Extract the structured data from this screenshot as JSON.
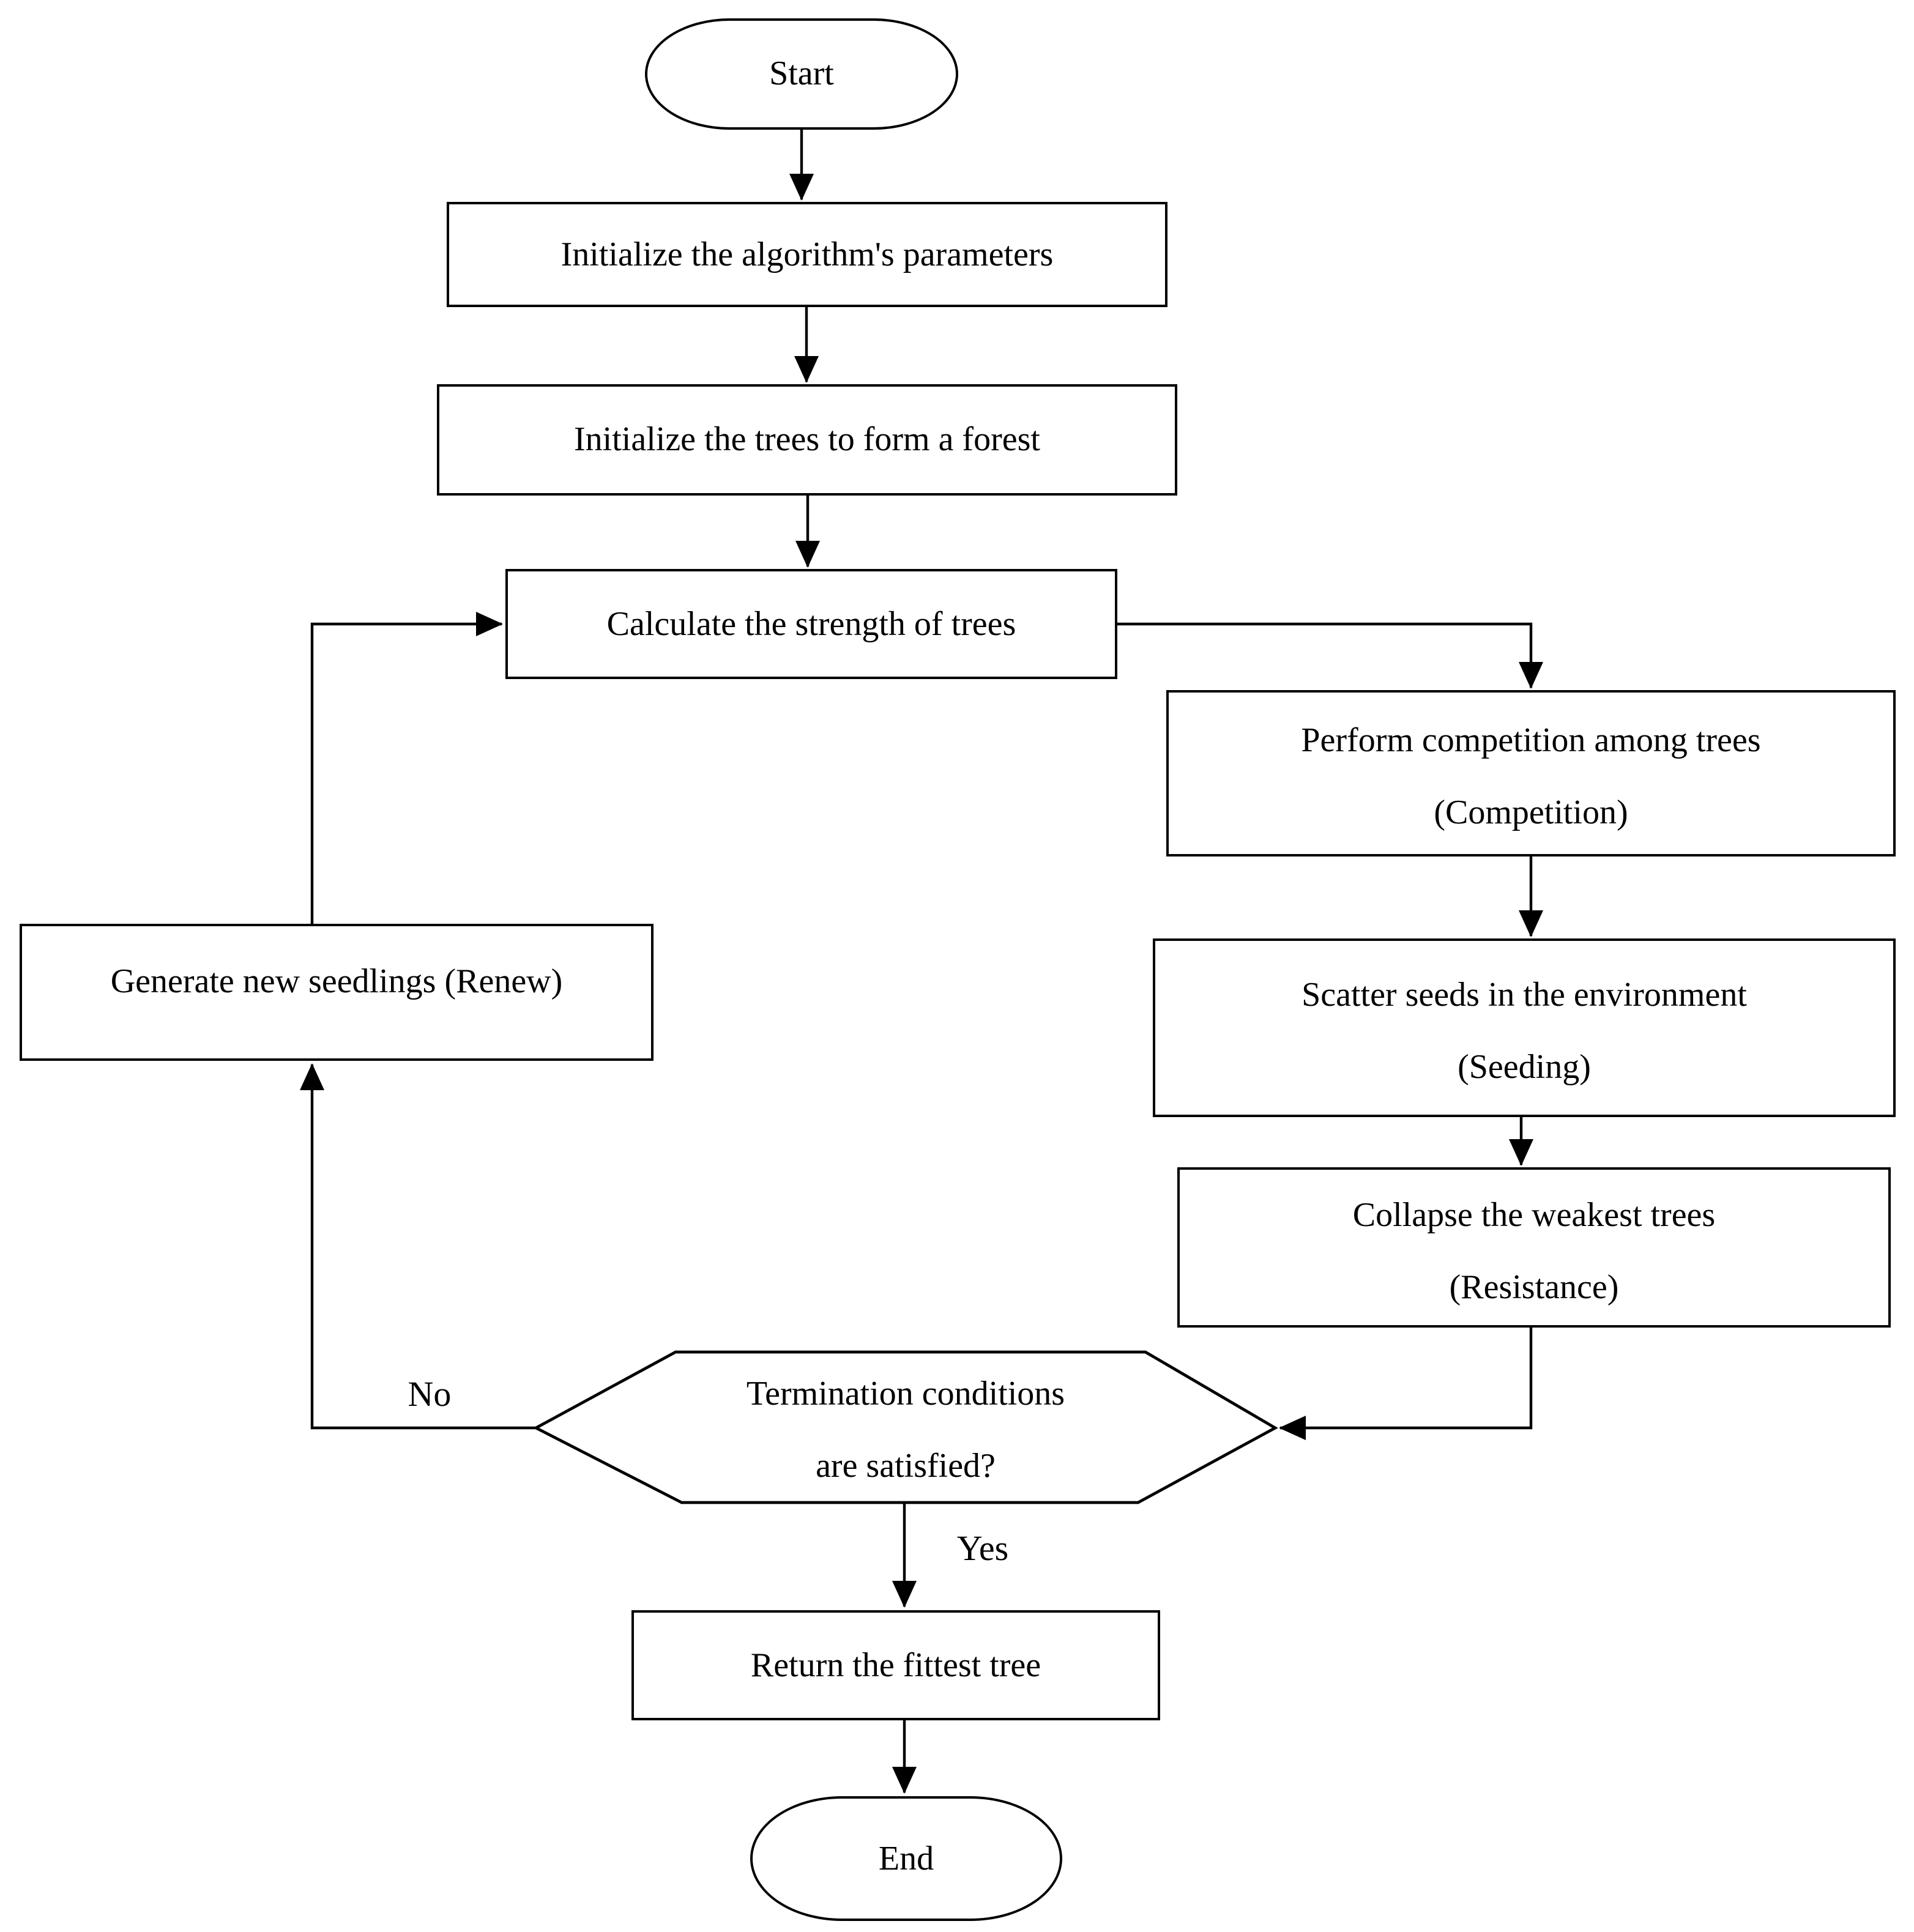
{
  "flowchart": {
    "nodes": {
      "start": "Start",
      "init_params": "Initialize the algorithm's parameters",
      "init_trees": "Initialize the trees to form a forest",
      "calc_strength": "Calculate the strength of trees",
      "competition_line1": "Perform competition among trees",
      "competition_line2": "(Competition)",
      "seeding_line1": "Scatter seeds in the environment",
      "seeding_line2": "(Seeding)",
      "resistance_line1": "Collapse the weakest trees",
      "resistance_line2": "(Resistance)",
      "decision_line1": "Termination conditions",
      "decision_line2": "are satisfied?",
      "renew": "Generate new seedlings (Renew)",
      "return_fittest": "Return the fittest tree",
      "end": "End"
    },
    "edge_labels": {
      "no": "No",
      "yes": "Yes"
    },
    "colors": {
      "line": "#000000",
      "text": "#000000",
      "node_fill": "#ffffff",
      "background": "#ffffff"
    }
  }
}
